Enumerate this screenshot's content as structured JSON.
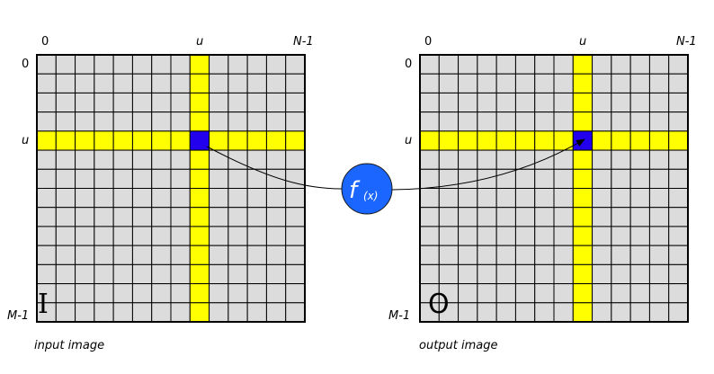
{
  "colors": {
    "cell": "#dcdcdc",
    "grid_line": "#000000",
    "highlight": "#ffff00",
    "selected_pixel": "#2200ee",
    "function_node": "#1a66ff",
    "function_text": "#ffffff"
  },
  "grid": {
    "rows": 14,
    "cols": 14,
    "highlight_row": 4,
    "highlight_col": 8
  },
  "input_grid": {
    "origin_label": "0",
    "col_mark_label": "u",
    "col_end_label": "N-1",
    "row_start_label": "0",
    "row_mark_label": "u",
    "row_end_label": "M-1",
    "corner_letter": "I",
    "caption": "input image"
  },
  "output_grid": {
    "origin_label": "0",
    "col_mark_label": "u",
    "col_end_label": "N-1",
    "row_start_label": "0",
    "row_mark_label": "u",
    "row_end_label": "M-1",
    "corner_letter": "O",
    "caption": "output image"
  },
  "function_node": {
    "name": "f",
    "arg": "(x)"
  }
}
